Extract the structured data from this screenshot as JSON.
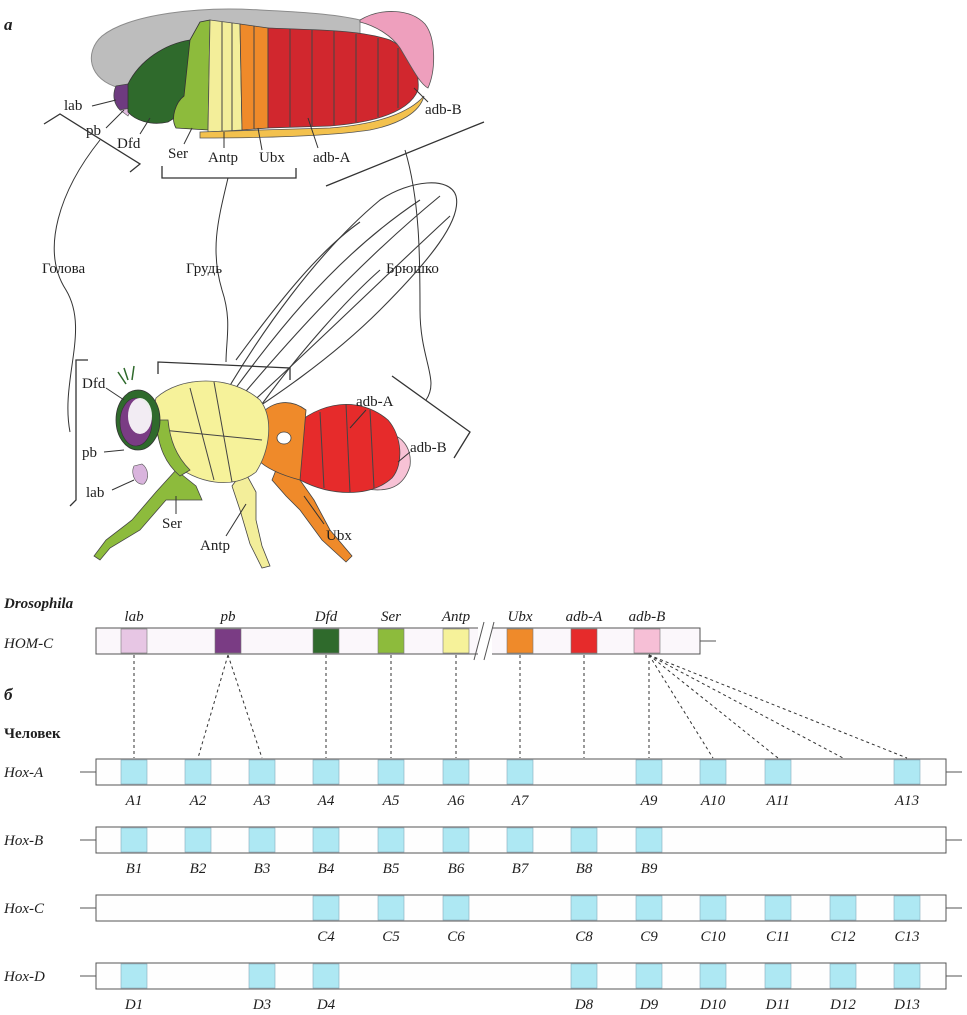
{
  "panels": {
    "a": "а",
    "b": "б"
  },
  "embryo_labels": {
    "lab": "lab",
    "pb": "pb",
    "Dfd": "Dfd",
    "Ser": "Ser",
    "Antp": "Antp",
    "Ubx": "Ubx",
    "adbA": "adb-A",
    "adbB": "adb-B"
  },
  "regions": {
    "head": "Голова",
    "thorax": "Грудь",
    "abdomen": "Брюшко"
  },
  "fly_labels": {
    "Dfd": "Dfd",
    "pb": "pb",
    "lab": "lab",
    "Ser": "Ser",
    "Antp": "Antp",
    "Ubx": "Ubx",
    "adbA": "adb-A",
    "adbB": "adb-B"
  },
  "drosophila": {
    "title": "Drosophila",
    "cluster": "HOM-C",
    "genes": [
      "lab",
      "pb",
      "Dfd",
      "Ser",
      "Antp",
      "Ubx",
      "adb-A",
      "adb-B"
    ]
  },
  "gene_colors": {
    "lab": "#e7c6e4",
    "pb": "#7a3c84",
    "Dfd": "#2f6a2c",
    "Ser": "#8dbb3c",
    "Antp": "#f6f29a",
    "Ubx": "#ef8a2a",
    "adb-A": "#e62b2b",
    "adb-B": "#f6bfd6",
    "human": "#aee8f3"
  },
  "human": {
    "title": "Человек",
    "clusters": [
      {
        "name": "Hox-A",
        "genes": [
          "A1",
          "A2",
          "A3",
          "A4",
          "A5",
          "A6",
          "A7",
          "A9",
          "A10",
          "A11",
          "A13"
        ]
      },
      {
        "name": "Hox-B",
        "genes": [
          "B1",
          "B2",
          "B3",
          "B4",
          "B5",
          "B6",
          "B7",
          "B8",
          "B9"
        ]
      },
      {
        "name": "Hox-C",
        "genes": [
          "C4",
          "C5",
          "C6",
          "C8",
          "C9",
          "C10",
          "C11",
          "C12",
          "C13"
        ]
      },
      {
        "name": "Hox-D",
        "genes": [
          "D1",
          "D3",
          "D4",
          "D8",
          "D9",
          "D10",
          "D11",
          "D12",
          "D13"
        ]
      }
    ]
  }
}
